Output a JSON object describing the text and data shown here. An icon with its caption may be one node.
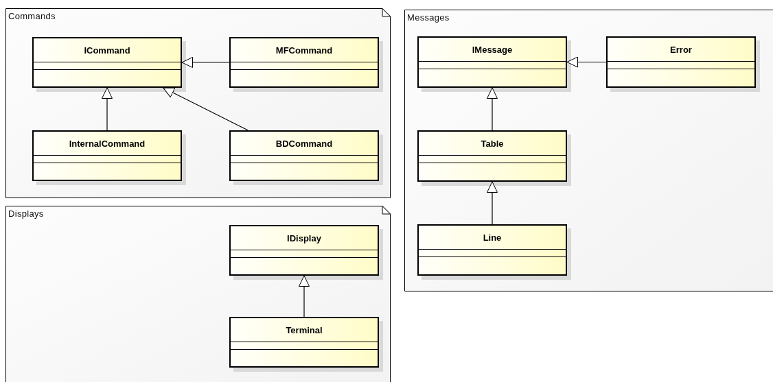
{
  "diagram": {
    "nodes": [
      {
        "text": [
          "Commands"
        ]
      },
      {
        "text": [
          "ICommand"
        ],
        "in": 0
      },
      {
        "text": [
          "MFCommand"
        ],
        "in": 0
      },
      {
        "text": [
          "InternalCommand"
        ],
        "in": 0
      },
      {
        "text": [
          "BDCommand"
        ],
        "in": 0
      },
      {
        "text": [
          "Messages"
        ]
      },
      {
        "text": [
          "IMessage"
        ],
        "in": 5
      },
      {
        "text": [
          "Error"
        ],
        "in": 5
      },
      {
        "text": [
          "Table"
        ],
        "in": 5
      },
      {
        "text": [
          "Line"
        ],
        "in": 5
      },
      {
        "text": [
          "Displays"
        ]
      },
      {
        "text": [
          "IDisplay"
        ],
        "in": 10
      },
      {
        "text": [
          "Terminal"
        ],
        "in": 10
      }
    ],
    "edges": [
      {
        "from": 2,
        "to": 1,
        "arrow": "to"
      },
      {
        "from": 3,
        "to": 1,
        "arrow": "to"
      },
      {
        "from": 4,
        "to": 1,
        "arrow": "to"
      },
      {
        "from": 7,
        "to": 6,
        "arrow": "to"
      },
      {
        "from": 8,
        "to": 6,
        "arrow": "to"
      },
      {
        "from": 9,
        "to": 8,
        "arrow": "to"
      },
      {
        "from": 12,
        "to": 11,
        "arrow": "to"
      }
    ]
  }
}
